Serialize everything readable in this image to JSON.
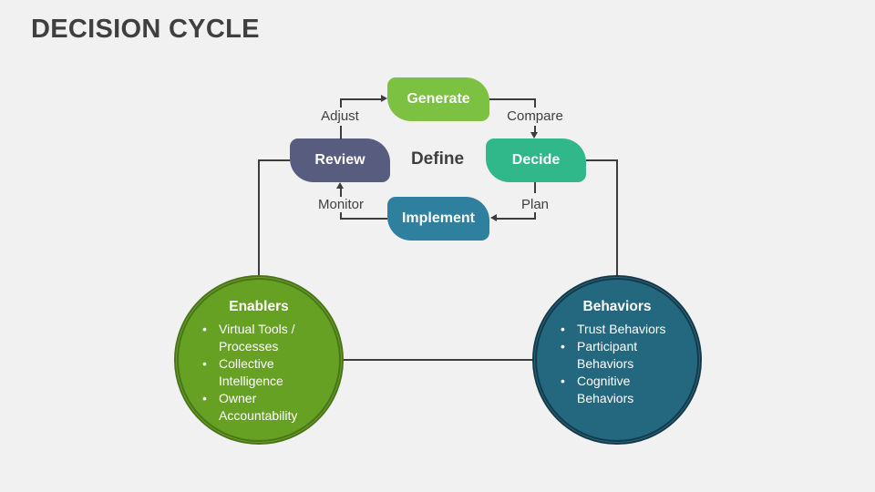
{
  "slide": {
    "title": "DECISION CYCLE",
    "background": "#f1f1f2"
  },
  "glyphs": {
    "bullet": "•"
  },
  "cycle": {
    "center_label": "Define",
    "line_color": "#3d3d3d",
    "steps": {
      "generate": {
        "label": "Generate",
        "color": "#7cc142"
      },
      "decide": {
        "label": "Decide",
        "color": "#31b88a"
      },
      "implement": {
        "label": "Implement",
        "color": "#2f7f9e"
      },
      "review": {
        "label": "Review",
        "color": "#585c7e"
      }
    },
    "transitions": {
      "adjust": "Adjust",
      "compare": "Compare",
      "plan": "Plan",
      "monitor": "Monitor"
    }
  },
  "circles": {
    "enablers": {
      "title": "Enablers",
      "fill": "#67a123",
      "border": "#4a741a",
      "items": [
        "Virtual Tools / Processes",
        "Collective Intelligence",
        "Owner Accountability"
      ]
    },
    "behaviors": {
      "title": "Behaviors",
      "fill": "#246880",
      "border": "#16394a",
      "items": [
        "Trust Behaviors",
        "Participant Behaviors",
        "Cognitive Behaviors"
      ]
    }
  }
}
